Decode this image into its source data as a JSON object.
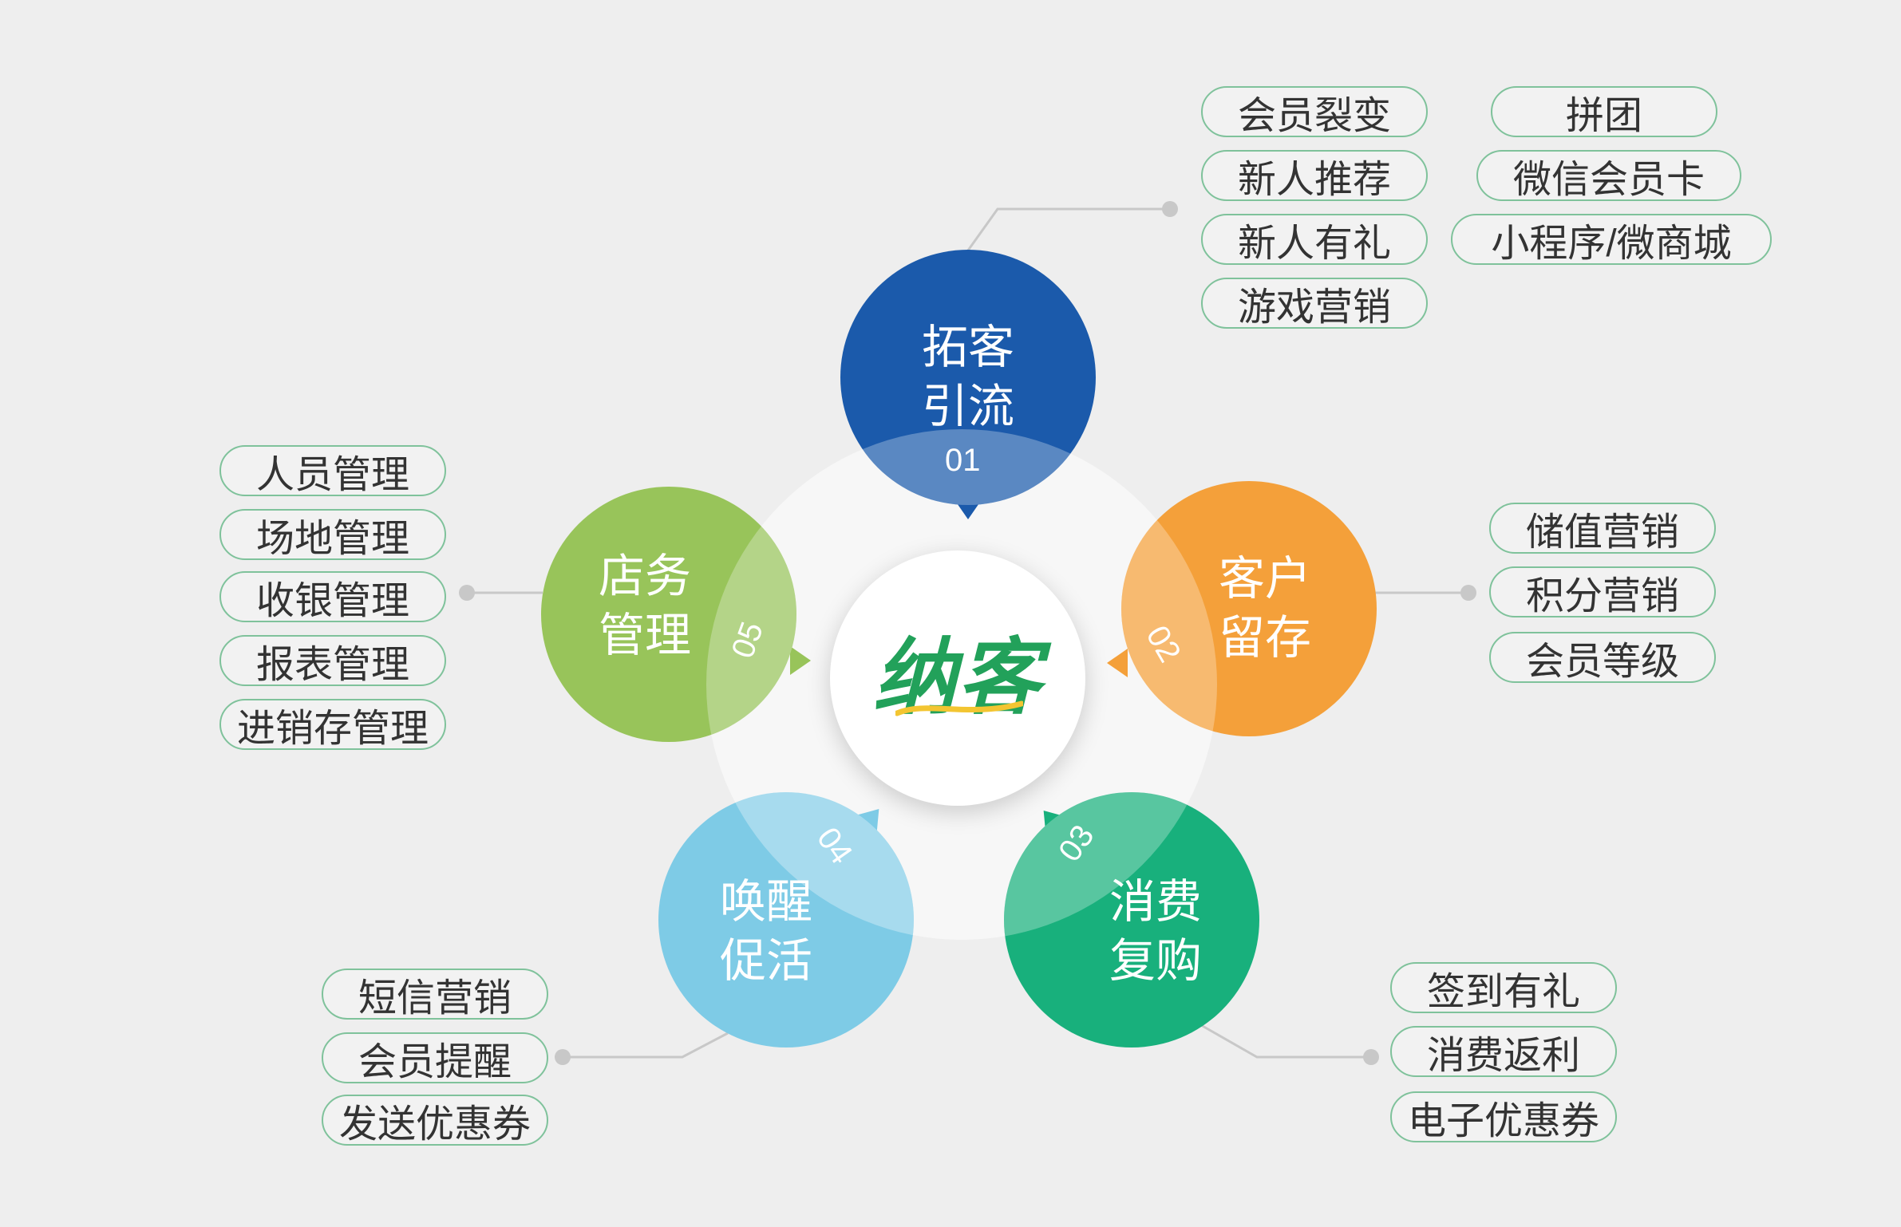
{
  "center": {
    "logo_text": "纳客"
  },
  "nodes": [
    {
      "num": "01",
      "title_line1": "拓客",
      "title_line2": "引流",
      "color": "#1b5aab"
    },
    {
      "num": "02",
      "title_line1": "客户",
      "title_line2": "留存",
      "color": "#f4a03a"
    },
    {
      "num": "03",
      "title_line1": "消费",
      "title_line2": "复购",
      "color": "#18b07c"
    },
    {
      "num": "04",
      "title_line1": "唤醒",
      "title_line2": "促活",
      "color": "#7ecbe6"
    },
    {
      "num": "05",
      "title_line1": "店务",
      "title_line2": "管理",
      "color": "#98c45a"
    }
  ],
  "tags": {
    "acquisition": [
      "会员裂变",
      "新人推荐",
      "新人有礼",
      "游戏营销",
      "拼团",
      "微信会员卡",
      "小程序/微商城"
    ],
    "retention": [
      "储值营销",
      "积分营销",
      "会员等级"
    ],
    "repurchase": [
      "签到有礼",
      "消费返利",
      "电子优惠券"
    ],
    "reactivation": [
      "短信营销",
      "会员提醒",
      "发送优惠券"
    ],
    "store": [
      "人员管理",
      "场地管理",
      "收银管理",
      "报表管理",
      "进销存管理"
    ]
  },
  "colors": {
    "tag_border": "#7fc29b",
    "connector": "#c8c8c8",
    "logo_green": "#22a15a",
    "logo_yellow": "#f3c531"
  }
}
